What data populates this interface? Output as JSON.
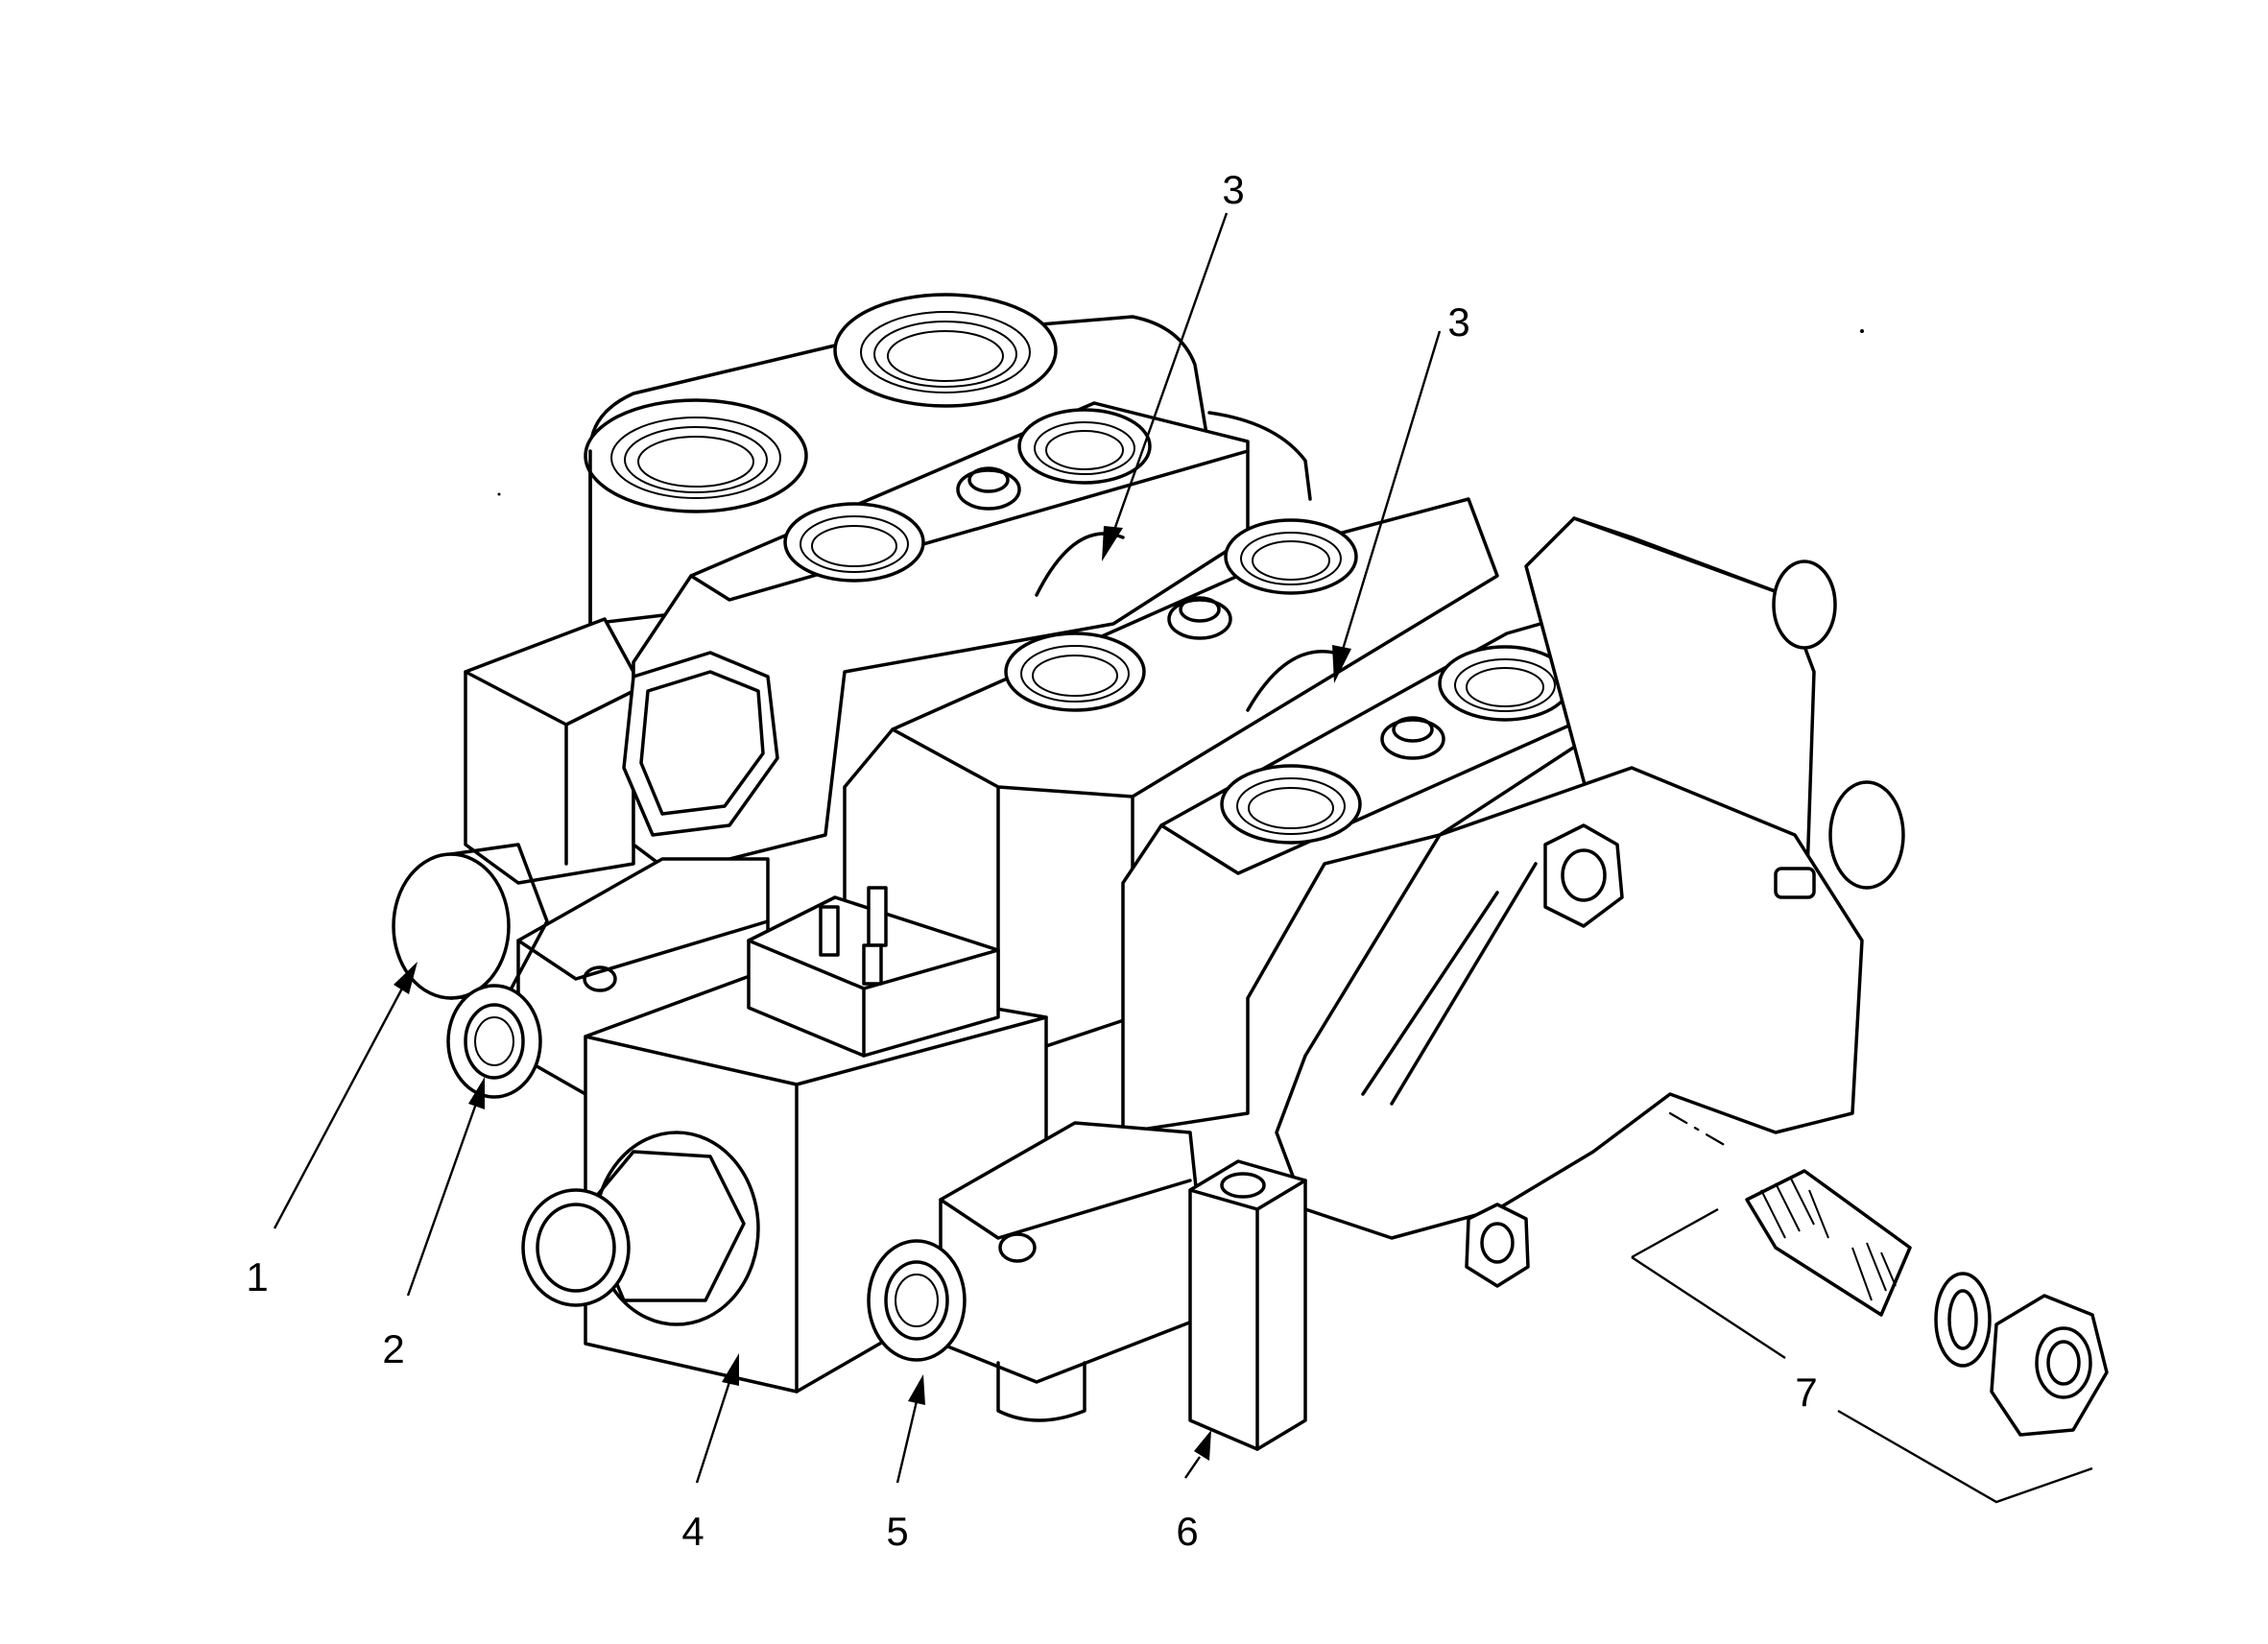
{
  "diagram": {
    "callouts": [
      {
        "id": "c1",
        "label": "1"
      },
      {
        "id": "c2",
        "label": "2"
      },
      {
        "id": "c3a",
        "label": "3"
      },
      {
        "id": "c3b",
        "label": "3"
      },
      {
        "id": "c4",
        "label": "4"
      },
      {
        "id": "c5",
        "label": "5"
      },
      {
        "id": "c6",
        "label": "6"
      },
      {
        "id": "c7",
        "label": "7"
      }
    ]
  }
}
